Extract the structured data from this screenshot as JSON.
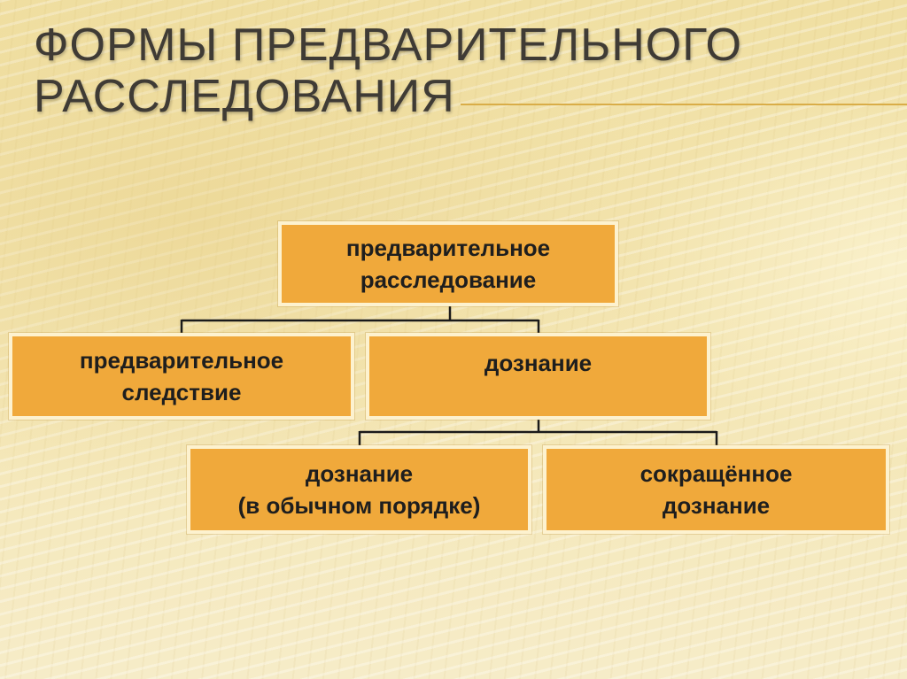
{
  "title": {
    "line1": "ФОРМЫ ПРЕДВАРИТЕЛЬНОГО",
    "line2": "РАССЛЕДОВАНИЯ"
  },
  "nodes": {
    "root": {
      "line1": "предварительное",
      "line2": "расследование"
    },
    "preliminary_investigation": {
      "line1": "предварительное",
      "line2": "следствие"
    },
    "inquiry": {
      "line1": "дознание"
    },
    "inquiry_ordinary": {
      "line1": "дознание",
      "line2": "(в обычном порядке)"
    },
    "inquiry_shortened": {
      "line1": "сокращённое",
      "line2": "дознание"
    }
  },
  "colors": {
    "node_fill": "#f0a93b",
    "node_border": "#fdf2cf",
    "title_text": "#3f3b35",
    "accent_rule": "#d9ad48",
    "connector": "#1a1a1a"
  }
}
